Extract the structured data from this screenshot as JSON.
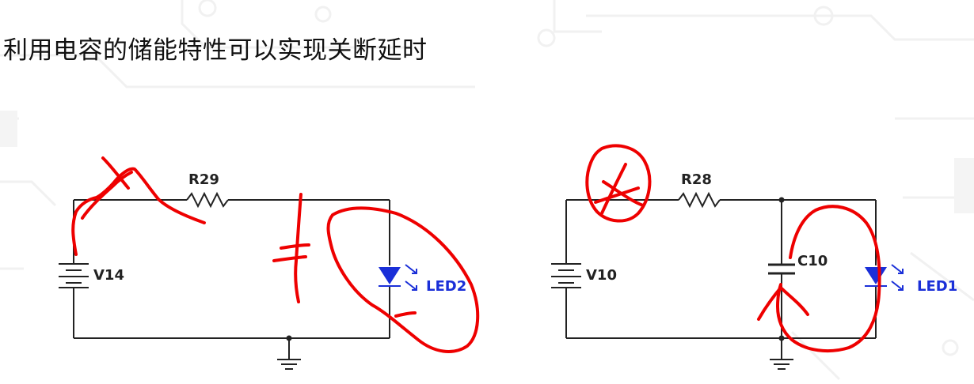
{
  "slide": {
    "title": "利用电容的储能特性可以实现关断延时"
  },
  "circuit_left": {
    "resistor_label": "R29",
    "source_label": "V14",
    "led_label": "LED2"
  },
  "circuit_right": {
    "resistor_label": "R28",
    "source_label": "V10",
    "capacitor_label": "C10",
    "led_label": "LED1"
  },
  "colors": {
    "wire": "#222222",
    "led": "#1a2fd8",
    "annotation": "#ee0000",
    "background_pattern": "#f2f2f2"
  }
}
